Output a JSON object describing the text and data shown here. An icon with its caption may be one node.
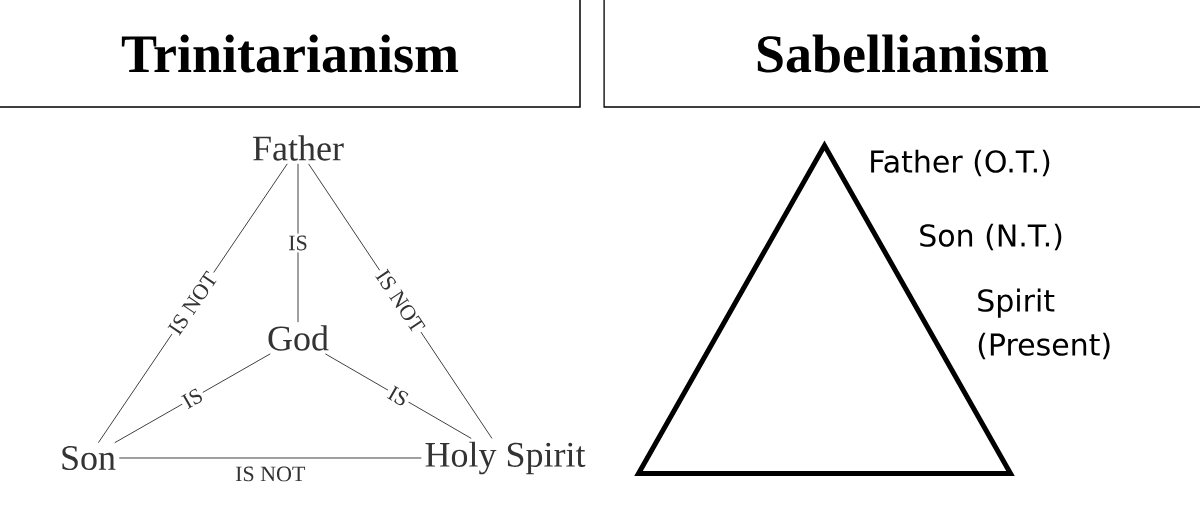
{
  "diagram": {
    "nodes": [
      {
        "text": [
          "Trinitarianism"
        ]
      },
      {
        "text": [
          "Sabellianism"
        ]
      },
      {
        "text": [
          "Father"
        ]
      },
      {
        "text": [
          "God"
        ]
      },
      {
        "text": [
          "Son"
        ]
      },
      {
        "text": [
          "Holy Spirit"
        ]
      },
      {
        "text": [],
        "shape": "triangle",
        "beside": [
          "Father (O.T.)",
          "Son (N.T.)",
          "Spirit (Present)"
        ]
      }
    ],
    "edges": [
      {
        "from": 2,
        "to": 4,
        "arrow": "none",
        "label": "IS NOT"
      },
      {
        "from": 2,
        "to": 3,
        "arrow": "none",
        "label": "IS"
      },
      {
        "from": 2,
        "to": 5,
        "arrow": "none",
        "label": "IS NOT"
      },
      {
        "from": 4,
        "to": 3,
        "arrow": "none",
        "label": "IS"
      },
      {
        "from": 3,
        "to": 5,
        "arrow": "none",
        "label": "IS"
      },
      {
        "from": 4,
        "to": 5,
        "arrow": "none",
        "label": "IS NOT"
      }
    ]
  }
}
